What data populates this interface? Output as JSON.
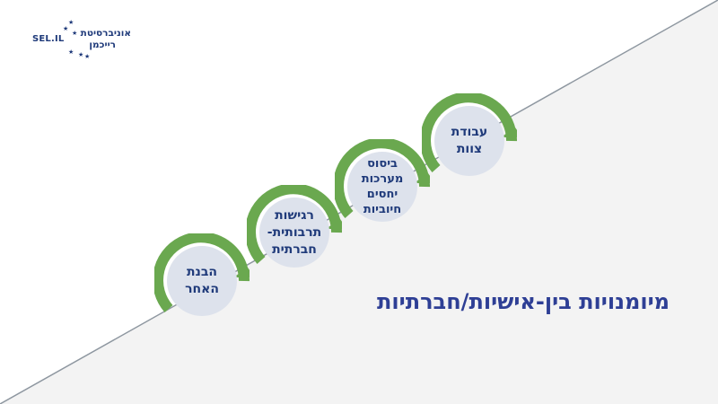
{
  "logo": {
    "org_code": "SEL.IL",
    "name_line1": "אוניברסיטת",
    "name_line2": "רייכמן"
  },
  "steps": [
    {
      "label": "הבנת\nהאחר"
    },
    {
      "label": "רגישות\nתרבותית-\nחברתית"
    },
    {
      "label": "ביסוס\nמערכות\nיחסים\nחיוביות"
    },
    {
      "label": "עבודת\nצוות"
    }
  ],
  "title": "מיומנויות בין-אישיות/חברתיות",
  "colors": {
    "ring": "#6aa84f",
    "circle": "#dde2ec",
    "text": "#1f3a7a",
    "title": "#2e3f95",
    "lower_bg": "#f3f3f3",
    "diagonal": "#8e97a0"
  }
}
